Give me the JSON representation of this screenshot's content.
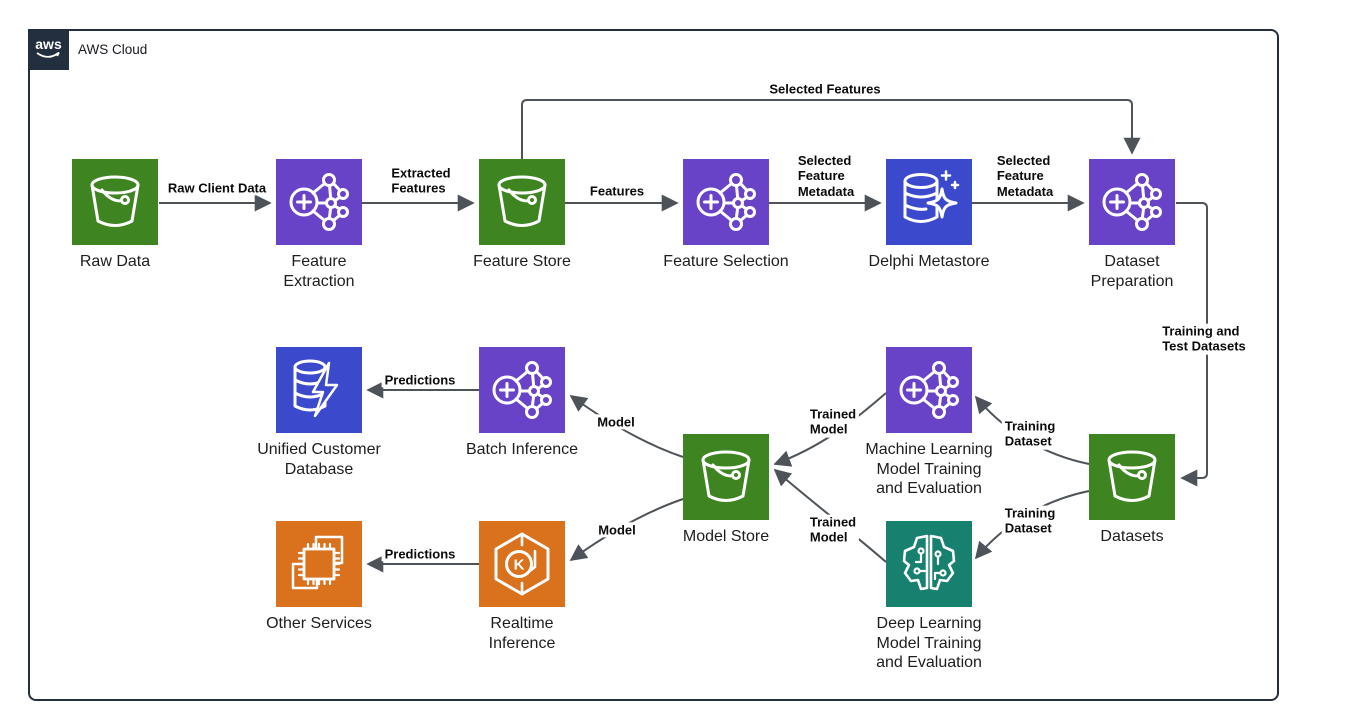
{
  "frame": {
    "logo_text": "aws",
    "title": "AWS Cloud"
  },
  "colors": {
    "frame_border": "#232F3E",
    "logo_bg": "#232F3E",
    "storage_green": "#3E8522",
    "ml_purple": "#6843C7",
    "database_blue": "#3B49CC",
    "compute_orange": "#D9711D",
    "dl_teal": "#17806E",
    "arrow_gray": "#4D5359"
  },
  "nodes": [
    {
      "label": "Raw Data",
      "icon": "s3-bucket",
      "color": "#3E8522"
    },
    {
      "label": "Feature\nExtraction",
      "icon": "ml-network",
      "color": "#6843C7"
    },
    {
      "label": "Feature Store",
      "icon": "s3-bucket",
      "color": "#3E8522"
    },
    {
      "label": "Feature Selection",
      "icon": "ml-network",
      "color": "#6843C7"
    },
    {
      "label": "Delphi Metastore",
      "icon": "database-sparkle",
      "color": "#3B49CC"
    },
    {
      "label": "Dataset\nPreparation",
      "icon": "ml-network",
      "color": "#6843C7"
    },
    {
      "label": "Unified Customer\nDatabase",
      "icon": "database-lightning",
      "color": "#3B49CC"
    },
    {
      "label": "Batch Inference",
      "icon": "ml-network",
      "color": "#6843C7"
    },
    {
      "label": "Machine Learning\nModel Training\nand Evaluation",
      "icon": "ml-network",
      "color": "#6843C7"
    },
    {
      "label": "Model Store",
      "icon": "s3-bucket",
      "color": "#3E8522"
    },
    {
      "label": "Datasets",
      "icon": "s3-bucket",
      "color": "#3E8522"
    },
    {
      "label": "Other Services",
      "icon": "chip-services",
      "color": "#D9711D"
    },
    {
      "label": "Realtime\nInference",
      "icon": "eks-hexagon-k",
      "color": "#D9711D"
    },
    {
      "label": "Deep Learning\nModel Training\nand Evaluation",
      "icon": "brain-circuit",
      "color": "#17806E"
    }
  ],
  "edge_labels": [
    {
      "text": "Raw Client Data"
    },
    {
      "text": "Extracted\nFeatures"
    },
    {
      "text": "Features"
    },
    {
      "text": "Selected\nFeature\nMetadata"
    },
    {
      "text": "Selected\nFeature\nMetadata"
    },
    {
      "text": "Selected Features"
    },
    {
      "text": "Training and\nTest Datasets"
    },
    {
      "text": "Training\nDataset"
    },
    {
      "text": "Trained\nModel"
    },
    {
      "text": "Model"
    },
    {
      "text": "Predictions"
    },
    {
      "text": "Model"
    },
    {
      "text": "Trained\nModel"
    },
    {
      "text": "Training\nDataset"
    },
    {
      "text": "Predictions"
    }
  ]
}
